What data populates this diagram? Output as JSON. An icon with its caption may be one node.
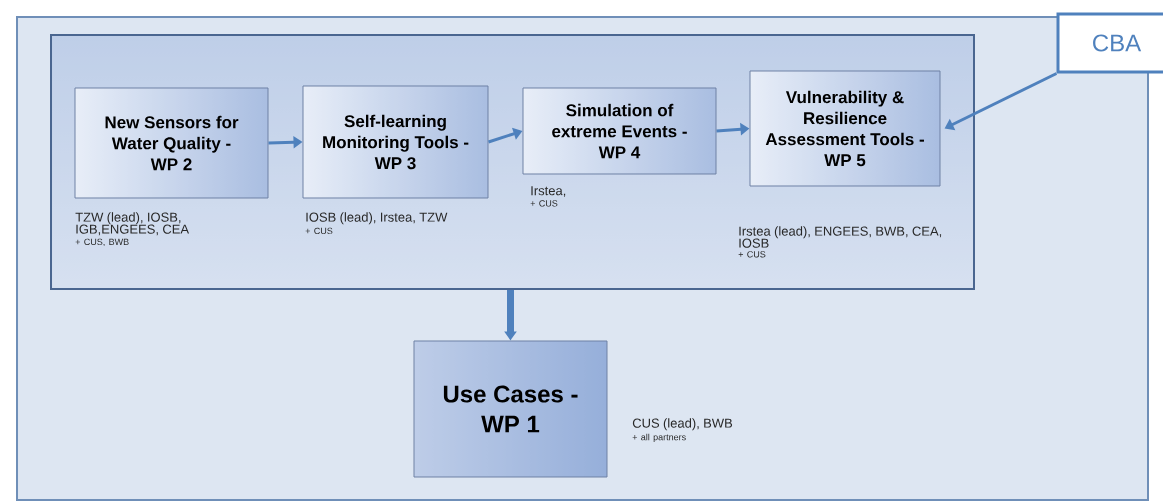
{
  "diagram": {
    "nodes": [
      {
        "text": [],
        "shape": "box"
      },
      {
        "text": [],
        "shape": "box",
        "in": 0
      },
      {
        "text": [
          "New Sensors for Water Quality - WP 2"
        ],
        "beside": [
          "TZW (lead), IOSB, IGB,ENGEES, CEA",
          "+ CUS, BWB"
        ],
        "in": 1
      },
      {
        "text": [
          "Self-learning Monitoring Tools - WP 3"
        ],
        "beside": [
          "IOSB (lead), Irstea, TZW",
          "+ CUS"
        ],
        "in": 1
      },
      {
        "text": [
          "Simulation of extreme Events - WP 4"
        ],
        "beside": [
          "Irstea,",
          "+ CUS"
        ],
        "in": 1
      },
      {
        "text": [
          "Vulnerability & Resilience Assessment Tools - WP 5"
        ],
        "beside": [
          "Irstea (lead), ENGEES, BWB, CEA, IOSB",
          "+ CUS"
        ],
        "in": 1
      },
      {
        "text": [
          "Use Cases - WP 1"
        ],
        "beside": [
          "CUS (lead), BWB",
          "+ all partners"
        ],
        "in": 0
      },
      {
        "text": [
          "CBA"
        ]
      }
    ],
    "edges": [
      {
        "from": 2,
        "to": 3,
        "arrow": "to"
      },
      {
        "from": 3,
        "to": 4,
        "arrow": "to"
      },
      {
        "from": 4,
        "to": 5,
        "arrow": "to"
      },
      {
        "from": 1,
        "to": 6,
        "arrow": "to",
        "style": "thick"
      },
      {
        "from": 7,
        "to": 5,
        "arrow": "to"
      }
    ]
  }
}
